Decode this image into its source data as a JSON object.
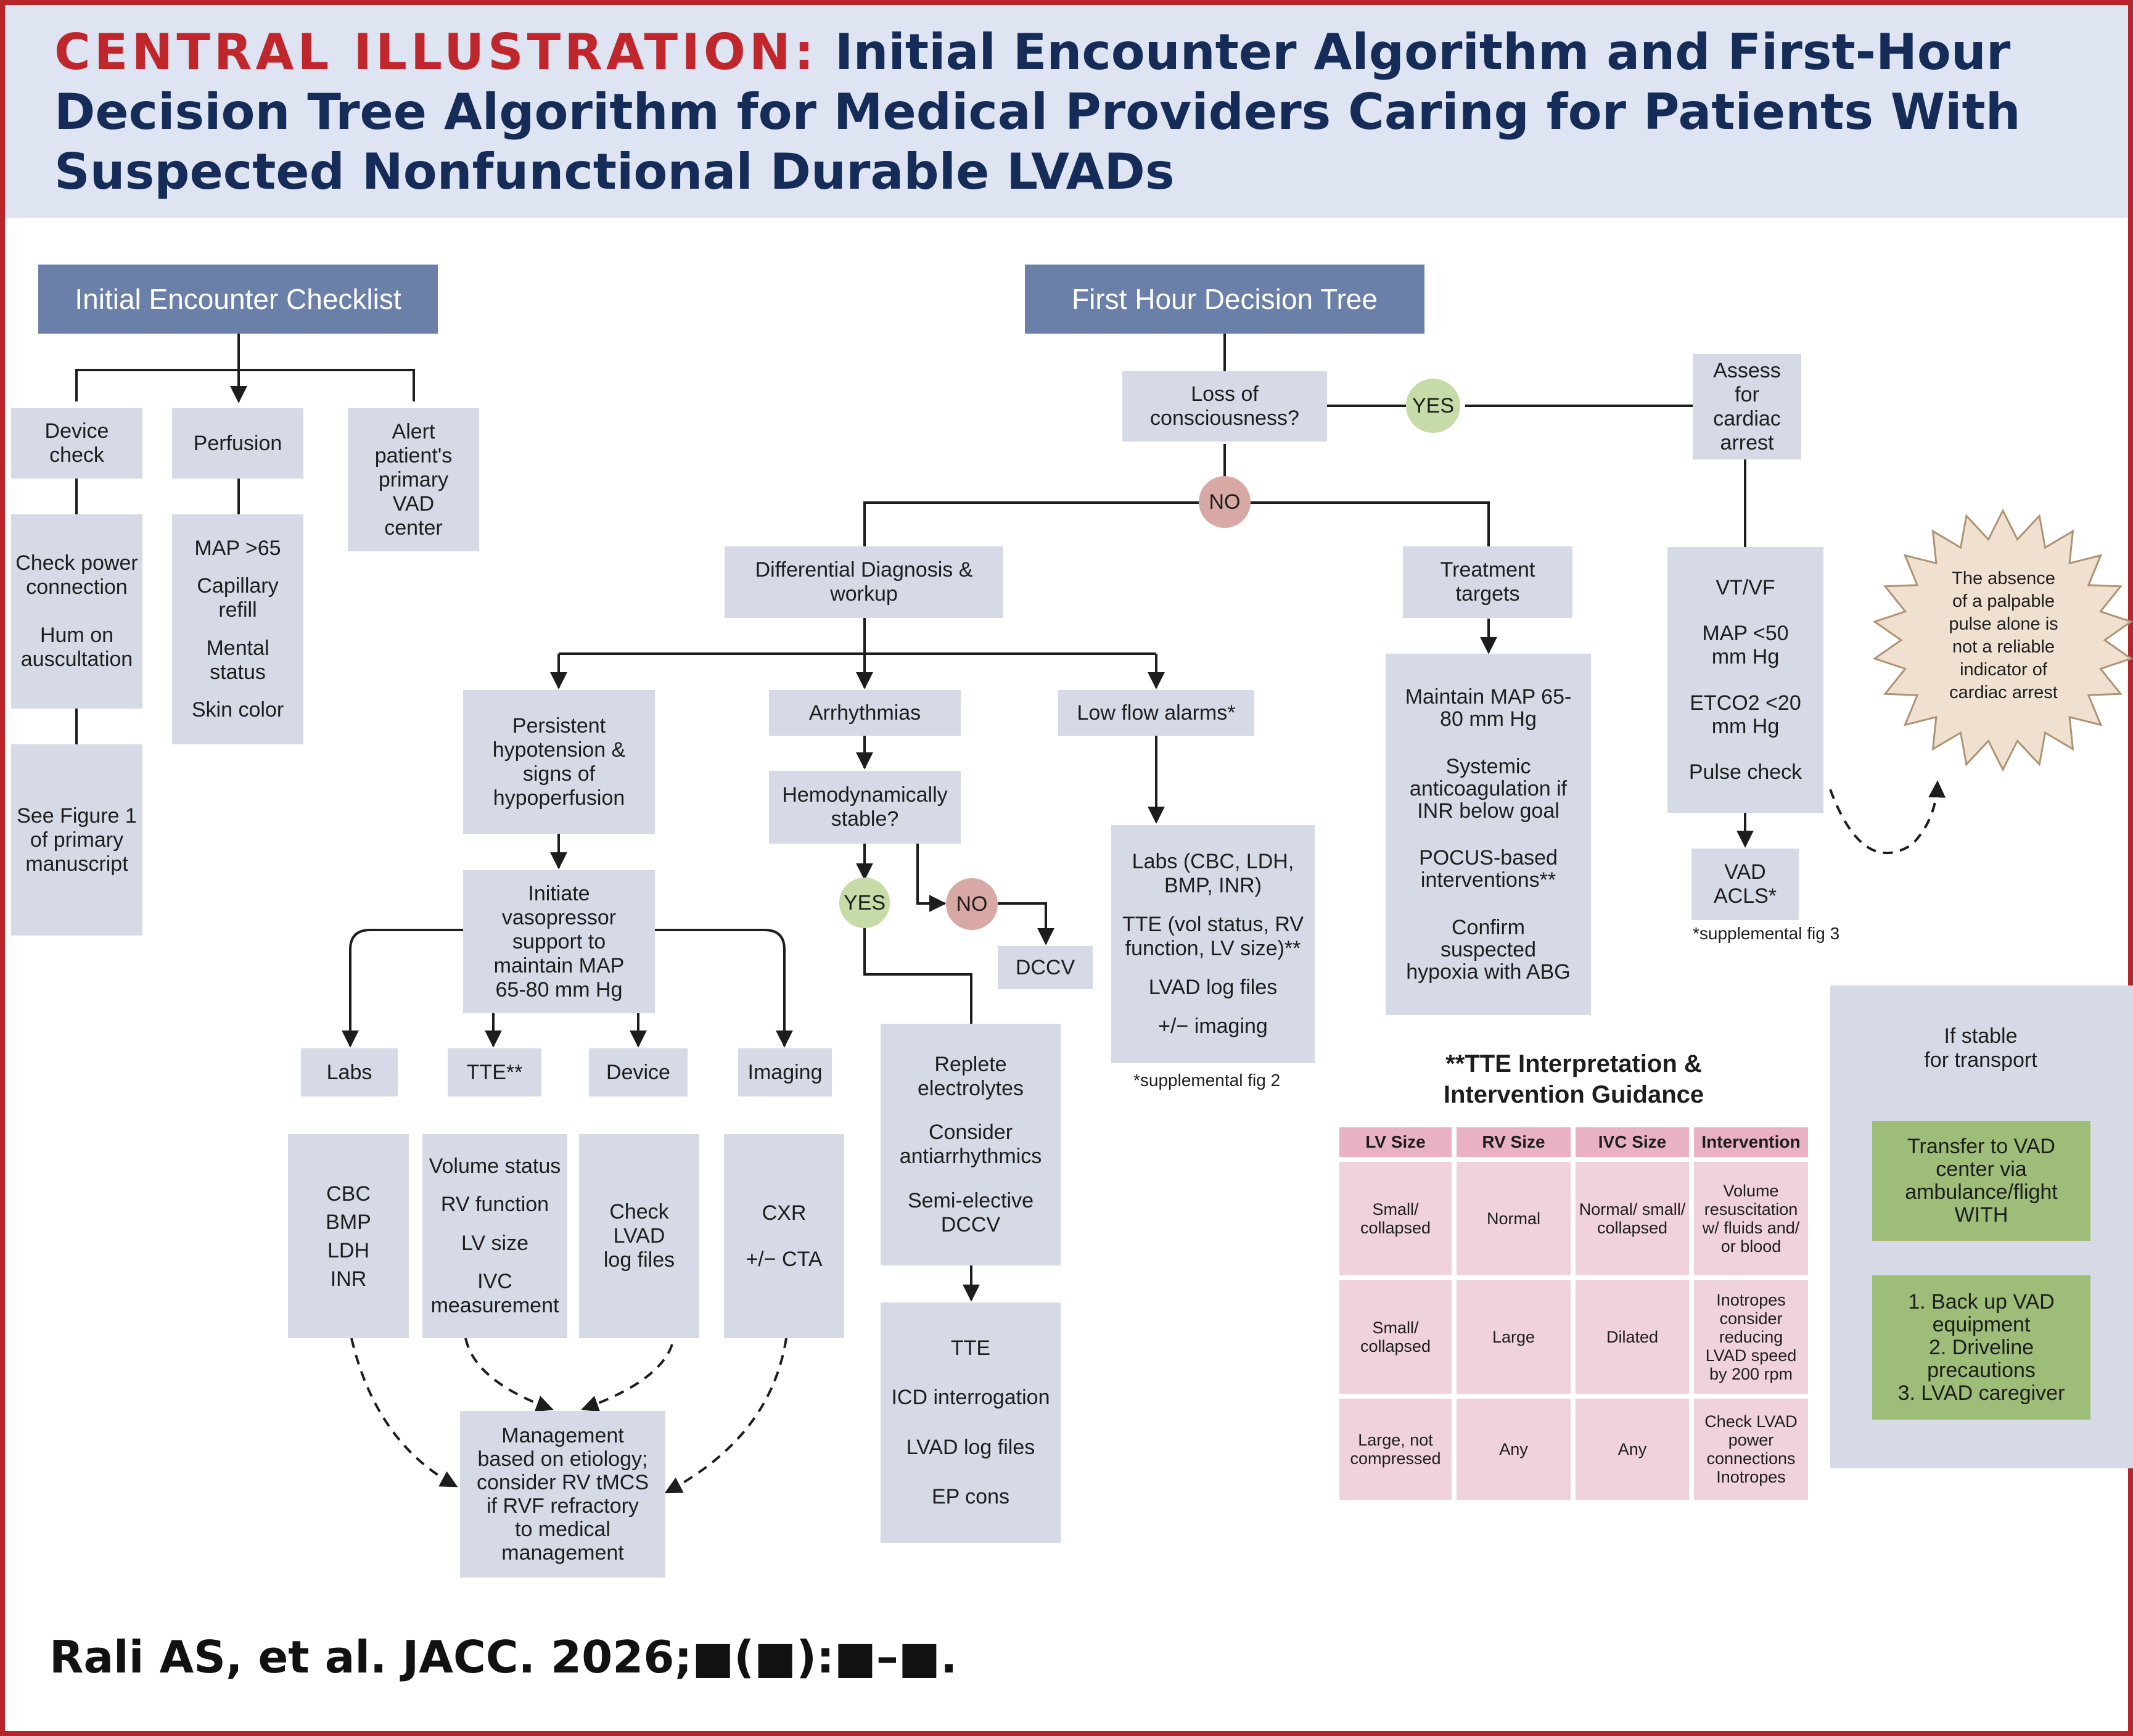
{
  "header": {
    "title_lead": "CENTRAL ILLUSTRATION:",
    "title_rest": "Initial Encounter Algorithm and First-Hour Decision Tree Algorithm for Medical Providers Caring for Patients With Suspected Nonfunctional Durable LVADs"
  },
  "checklist": {
    "title": "Initial Encounter Checklist",
    "device_check": [
      "Device",
      "check"
    ],
    "perfusion": [
      "Perfusion"
    ],
    "alert": [
      "Alert",
      "patient's",
      "primary",
      "VAD",
      "center"
    ],
    "device_items": [
      "Check power connection",
      "Hum on auscultation"
    ],
    "see_figure": [
      "See Figure 1",
      "of primary",
      "manuscript"
    ],
    "perfusion_items": [
      "MAP >65",
      "Capillary refill",
      "Mental status",
      "Skin color"
    ]
  },
  "tree": {
    "title": "First Hour Decision Tree",
    "loss": [
      "Loss of",
      "consciousness?"
    ],
    "yes": "YES",
    "no": "NO",
    "assess": [
      "Assess",
      "for",
      "cardiac",
      "arrest"
    ],
    "ddx": [
      "Differential Diagnosis &",
      "workup"
    ],
    "treatment": [
      "Treatment",
      "targets"
    ],
    "persistent": [
      "Persistent",
      "hypotension &",
      "signs of",
      "hypoperfusion"
    ],
    "arrhythmias": [
      "Arrhythmias"
    ],
    "low_flow": [
      "Low flow alarms*"
    ],
    "initiate": [
      "Initiate",
      "vasopressor",
      "support to",
      "maintain MAP",
      "65-80 mm Hg"
    ],
    "hemo": [
      "Hemodynamically",
      "stable?"
    ],
    "dccv": [
      "DCCV"
    ],
    "labs_detail": [
      "Labs (CBC, LDH, BMP, INR)",
      "TTE (vol status, RV function, LV size)**",
      "LVAD log files",
      "+/− imaging"
    ],
    "supp2": "*supplemental fig 2",
    "replete": [
      "Replete electrolytes",
      "Consider antiarrhythmics",
      "Semi-elective DCCV"
    ],
    "tte_block": [
      "TTE",
      "ICD interrogation",
      "LVAD log files",
      "EP cons"
    ],
    "labs": [
      "Labs"
    ],
    "tte": [
      "TTE**"
    ],
    "device": [
      "Device"
    ],
    "imaging": [
      "Imaging"
    ],
    "labs_list": [
      "CBC",
      "BMP",
      "LDH",
      "INR"
    ],
    "volume": [
      "Volume status",
      "RV function",
      "LV size",
      "IVC measurement"
    ],
    "check_lvad": [
      "Check",
      "LVAD",
      "log files"
    ],
    "cxr": [
      "CXR",
      "+/− CTA"
    ],
    "management": [
      "Management",
      "based on etiology;",
      "consider RV tMCS",
      "if RVF refractory",
      "to medical",
      "management"
    ],
    "targets": [
      "Maintain MAP 65-80 mm Hg",
      "Systemic anticoagulation if INR below goal",
      "POCUS-based interventions**",
      "Confirm suspected hypoxia with ABG"
    ],
    "arrest": [
      "VT/VF",
      "MAP <50 mm Hg",
      "ETCO2 <20 mm Hg",
      "Pulse check"
    ],
    "vad_acls": [
      "VAD",
      "ACLS*"
    ],
    "supp3": "*supplemental fig 3",
    "star": [
      "The absence",
      "of a palpable",
      "pulse alone is",
      "not a reliable",
      "indicator of",
      "cardiac arrest"
    ]
  },
  "tte_guidance": {
    "title": [
      "**TTE Interpretation &",
      "Intervention Guidance"
    ],
    "headers": [
      "LV Size",
      "RV Size",
      "IVC Size",
      "Intervention"
    ],
    "rows": [
      [
        "Small/ collapsed",
        "Normal",
        "Normal/ small/ collapsed",
        "Volume resuscitation w/ fluids and/ or blood"
      ],
      [
        "Small/ collapsed",
        "Large",
        "Dilated",
        "Inotropes consider reducing LVAD speed by 200 rpm"
      ],
      [
        "Large, not compressed",
        "Any",
        "Any",
        "Check LVAD power connections Inotropes"
      ]
    ]
  },
  "transport": {
    "stable": [
      "If stable",
      "for transport"
    ],
    "transfer": [
      "Transfer to VAD",
      "center via",
      "ambulance/flight",
      "WITH"
    ],
    "list": [
      "1. Back up VAD",
      "equipment",
      "2. Driveline",
      "precautions",
      "3. LVAD caregiver"
    ]
  },
  "citation": "Rali AS, et al. JACC. 2026;■(■):■–■.",
  "colors": {
    "border": "#b8262b",
    "header_bg": "#dfe4f2",
    "title": "#142c57",
    "title_lead": "#c0272d",
    "box": "#d5dae6",
    "header_box": "#6b80a8",
    "yes": "#c6dba7",
    "no": "#d8a9a4",
    "table_cell": "#efd2dc",
    "table_head": "#e8b2c4",
    "green": "#9dbd78",
    "star": "#efe0d0"
  }
}
